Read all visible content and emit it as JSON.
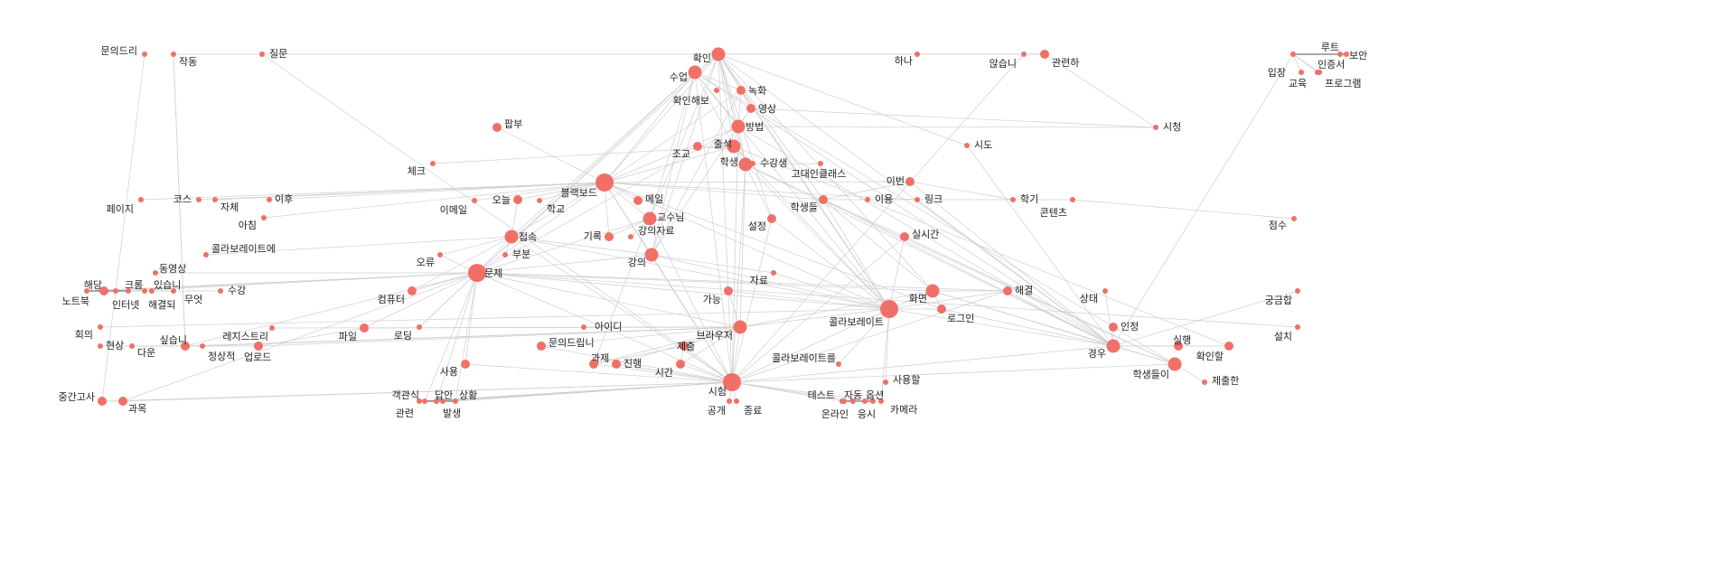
{
  "graph": {
    "node_color": "#f07068",
    "edge_color": "#cfcfcf",
    "highlight_edge_color": "#555555",
    "extra_colors": [
      "#22b14c",
      "#3b6fd6",
      "#9b59b6"
    ],
    "nodes": [
      {
        "id": "확인",
        "size": 3
      },
      {
        "id": "수업",
        "size": 3
      },
      {
        "id": "녹화",
        "size": 2
      },
      {
        "id": "확인해보",
        "size": 1
      },
      {
        "id": "영상",
        "size": 2
      },
      {
        "id": "방법",
        "size": 3
      },
      {
        "id": "출석",
        "size": 3
      },
      {
        "id": "조교",
        "size": 2
      },
      {
        "id": "학생",
        "size": 3
      },
      {
        "id": "수강생",
        "size": 1
      },
      {
        "id": "팝부",
        "size": 2
      },
      {
        "id": "체크",
        "size": 1
      },
      {
        "id": "블랙보드",
        "size": 4
      },
      {
        "id": "메일",
        "size": 2
      },
      {
        "id": "학교",
        "size": 1
      },
      {
        "id": "오늘",
        "size": 2
      },
      {
        "id": "이메일",
        "size": 1
      },
      {
        "id": "교수님",
        "size": 3
      },
      {
        "id": "기록",
        "size": 2
      },
      {
        "id": "강의자료",
        "size": 1
      },
      {
        "id": "접속",
        "size": 3
      },
      {
        "id": "부분",
        "size": 1
      },
      {
        "id": "강의",
        "size": 3
      },
      {
        "id": "문제",
        "size": 4
      },
      {
        "id": "오류",
        "size": 1
      },
      {
        "id": "설정",
        "size": 2
      },
      {
        "id": "학생들",
        "size": 2
      },
      {
        "id": "고대인클래스",
        "size": 1
      },
      {
        "id": "이번",
        "size": 2
      },
      {
        "id": "이용",
        "size": 1
      },
      {
        "id": "링크",
        "size": 1
      },
      {
        "id": "실시간",
        "size": 2
      },
      {
        "id": "하나",
        "size": 1
      },
      {
        "id": "않습니",
        "size": 1
      },
      {
        "id": "관련하",
        "size": 2
      },
      {
        "id": "시도",
        "size": 1
      },
      {
        "id": "시청",
        "size": 1
      },
      {
        "id": "학기",
        "size": 1
      },
      {
        "id": "콘텐츠",
        "size": 1
      },
      {
        "id": "점수",
        "size": 1
      },
      {
        "id": "입장",
        "size": 1
      },
      {
        "id": "루트",
        "size": 1
      },
      {
        "id": "보안",
        "size": 1
      },
      {
        "id": "인증서",
        "size": 1
      },
      {
        "id": "교육",
        "size": 1
      },
      {
        "id": "프로그램",
        "size": 1
      },
      {
        "id": "문의드리",
        "size": 1
      },
      {
        "id": "작동",
        "size": 1
      },
      {
        "id": "질문",
        "size": 1
      },
      {
        "id": "페이지",
        "size": 1
      },
      {
        "id": "코스",
        "size": 1
      },
      {
        "id": "자체",
        "size": 1
      },
      {
        "id": "이후",
        "size": 1
      },
      {
        "id": "아침",
        "size": 1
      },
      {
        "id": "콜라보레이트에",
        "size": 1
      },
      {
        "id": "동영상",
        "size": 1
      },
      {
        "id": "해당",
        "size": 2
      },
      {
        "id": "크롬",
        "size": 1
      },
      {
        "id": "있습니",
        "size": 1
      },
      {
        "id": "노트북",
        "size": 1
      },
      {
        "id": "인터넷",
        "size": 1
      },
      {
        "id": "해결되",
        "size": 1
      },
      {
        "id": "무엇",
        "size": 1
      },
      {
        "id": "수강",
        "size": 1
      },
      {
        "id": "컴퓨터",
        "size": 2
      },
      {
        "id": "회의",
        "size": 1
      },
      {
        "id": "현상",
        "size": 1
      },
      {
        "id": "다운",
        "size": 1
      },
      {
        "id": "싶습니",
        "size": 2
      },
      {
        "id": "정상적",
        "size": 1
      },
      {
        "id": "레지스트리",
        "size": 1
      },
      {
        "id": "업로드",
        "size": 2
      },
      {
        "id": "파일",
        "size": 2
      },
      {
        "id": "로딩",
        "size": 1
      },
      {
        "id": "아이디",
        "size": 1
      },
      {
        "id": "문의드립니",
        "size": 2
      },
      {
        "id": "과제",
        "size": 2
      },
      {
        "id": "진행",
        "size": 2
      },
      {
        "id": "사용",
        "size": 2
      },
      {
        "id": "가능",
        "size": 2
      },
      {
        "id": "자료",
        "size": 1
      },
      {
        "id": "브라우저",
        "size": 3
      },
      {
        "id": "제출",
        "size": 2
      },
      {
        "id": "시간",
        "size": 2
      },
      {
        "id": "시험",
        "size": 4
      },
      {
        "id": "공개",
        "size": 1
      },
      {
        "id": "종료",
        "size": 1
      },
      {
        "id": "콜라보레이트",
        "size": 4
      },
      {
        "id": "콜라보레이트를",
        "size": 1
      },
      {
        "id": "화면",
        "size": 3
      },
      {
        "id": "로그인",
        "size": 2
      },
      {
        "id": "해결",
        "size": 2
      },
      {
        "id": "상태",
        "size": 1
      },
      {
        "id": "궁금합",
        "size": 1
      },
      {
        "id": "설치",
        "size": 1
      },
      {
        "id": "인정",
        "size": 2
      },
      {
        "id": "경우",
        "size": 3
      },
      {
        "id": "실행",
        "size": 2
      },
      {
        "id": "확인할",
        "size": 2
      },
      {
        "id": "학생들이",
        "size": 3
      },
      {
        "id": "제출한",
        "size": 1
      },
      {
        "id": "사용할",
        "size": 1
      },
      {
        "id": "테스트",
        "size": 1
      },
      {
        "id": "자동",
        "size": 1
      },
      {
        "id": "옵션",
        "size": 1
      },
      {
        "id": "온라인",
        "size": 1
      },
      {
        "id": "응시",
        "size": 1
      },
      {
        "id": "카메라",
        "size": 1
      },
      {
        "id": "객관식",
        "size": 1
      },
      {
        "id": "답안",
        "size": 1
      },
      {
        "id": "상황",
        "size": 1
      },
      {
        "id": "관련",
        "size": 1
      },
      {
        "id": "발생",
        "size": 1
      },
      {
        "id": "중간고사",
        "size": 2
      },
      {
        "id": "과목",
        "size": 2
      }
    ],
    "edges": [
      [
        "확인",
        "수업"
      ],
      [
        "확인",
        "녹화"
      ],
      [
        "확인",
        "방법"
      ],
      [
        "확인",
        "출석"
      ],
      [
        "확인",
        "학생"
      ],
      [
        "확인",
        "블랙보드"
      ],
      [
        "확인",
        "교수님"
      ],
      [
        "확인",
        "강의"
      ],
      [
        "확인",
        "문제"
      ],
      [
        "확인",
        "하나"
      ],
      [
        "확인",
        "관련하"
      ],
      [
        "확인",
        "시험"
      ],
      [
        "확인",
        "콜라보레이트"
      ],
      [
        "확인",
        "경우"
      ],
      [
        "확인",
        "화면"
      ],
      [
        "확인",
        "작동"
      ],
      [
        "확인",
        "설정"
      ],
      [
        "확인",
        "학생들"
      ],
      [
        "수업",
        "블랙보드"
      ],
      [
        "수업",
        "방법"
      ],
      [
        "수업",
        "출석"
      ],
      [
        "수업",
        "녹화"
      ],
      [
        "수업",
        "시험"
      ],
      [
        "수업",
        "문제"
      ],
      [
        "수업",
        "교수님"
      ],
      [
        "수업",
        "강의"
      ],
      [
        "수업",
        "콜라보레이트"
      ],
      [
        "수업",
        "접속"
      ],
      [
        "수업",
        "학생들이"
      ],
      [
        "수업",
        "경우"
      ],
      [
        "녹화",
        "영상"
      ],
      [
        "녹화",
        "방법"
      ],
      [
        "녹화",
        "강의"
      ],
      [
        "녹화",
        "블랙보드"
      ],
      [
        "녹화",
        "콜라보레이트"
      ],
      [
        "방법",
        "출석"
      ],
      [
        "방법",
        "학생"
      ],
      [
        "방법",
        "블랙보드"
      ],
      [
        "방법",
        "시험"
      ],
      [
        "방법",
        "경우"
      ],
      [
        "방법",
        "문제"
      ],
      [
        "방법",
        "시청"
      ],
      [
        "출석",
        "조교"
      ],
      [
        "출석",
        "학생"
      ],
      [
        "출석",
        "수강생"
      ],
      [
        "출석",
        "블랙보드"
      ],
      [
        "출석",
        "확인할"
      ],
      [
        "출석",
        "콜라보레이트"
      ],
      [
        "학생",
        "시험"
      ],
      [
        "학생",
        "브라우저"
      ],
      [
        "학생",
        "콜라보레이트"
      ],
      [
        "학생",
        "경우"
      ],
      [
        "학생",
        "학생들이"
      ],
      [
        "학생",
        "설정"
      ],
      [
        "블랙보드",
        "메일"
      ],
      [
        "블랙보드",
        "오늘"
      ],
      [
        "블랙보드",
        "교수님"
      ],
      [
        "블랙보드",
        "문제"
      ],
      [
        "블랙보드",
        "접속"
      ],
      [
        "블랙보드",
        "강의"
      ],
      [
        "블랙보드",
        "코스"
      ],
      [
        "블랙보드",
        "페이지"
      ],
      [
        "블랙보드",
        "이후"
      ],
      [
        "블랙보드",
        "자체"
      ],
      [
        "블랙보드",
        "시험"
      ],
      [
        "블랙보드",
        "콜라보레이트"
      ],
      [
        "블랙보드",
        "로그인"
      ],
      [
        "블랙보드",
        "학생들"
      ],
      [
        "블랙보드",
        "이메일"
      ],
      [
        "블랙보드",
        "학교"
      ],
      [
        "블랙보드",
        "기록"
      ],
      [
        "블랙보드",
        "팝부"
      ],
      [
        "블랙보드",
        "이번"
      ],
      [
        "블랙보드",
        "링크"
      ],
      [
        "교수님",
        "강의자료"
      ],
      [
        "교수님",
        "문제"
      ],
      [
        "교수님",
        "시험"
      ],
      [
        "교수님",
        "과제"
      ],
      [
        "교수님",
        "기록"
      ],
      [
        "강의",
        "문제"
      ],
      [
        "강의",
        "시험"
      ],
      [
        "강의",
        "콜라보레이트"
      ],
      [
        "강의",
        "접속"
      ],
      [
        "강의",
        "자료"
      ],
      [
        "강의",
        "영상"
      ],
      [
        "문제",
        "해결"
      ],
      [
        "문제",
        "접속"
      ],
      [
        "문제",
        "콜라보레이트"
      ],
      [
        "문제",
        "해당"
      ],
      [
        "문제",
        "컴퓨터"
      ],
      [
        "문제",
        "시험"
      ],
      [
        "문제",
        "오류"
      ],
      [
        "문제",
        "브라우저"
      ],
      [
        "문제",
        "객관식"
      ],
      [
        "문제",
        "답안"
      ],
      [
        "문제",
        "싶습니"
      ],
      [
        "문제",
        "화면"
      ],
      [
        "문제",
        "크롬"
      ],
      [
        "문제",
        "노트북"
      ],
      [
        "문제",
        "파일"
      ],
      [
        "문제",
        "로딩"
      ],
      [
        "문제",
        "사용"
      ],
      [
        "문제",
        "상황"
      ],
      [
        "접속",
        "부분"
      ],
      [
        "접속",
        "오늘"
      ],
      [
        "접속",
        "오류"
      ],
      [
        "접속",
        "시험"
      ],
      [
        "접속",
        "콜라보레이트"
      ],
      [
        "시험",
        "답안"
      ],
      [
        "시험",
        "객관식"
      ],
      [
        "시험",
        "브라우저"
      ],
      [
        "시험",
        "공개"
      ],
      [
        "시험",
        "종료"
      ],
      [
        "시험",
        "제출"
      ],
      [
        "시험",
        "시간"
      ],
      [
        "시험",
        "테스트"
      ],
      [
        "시험",
        "자동"
      ],
      [
        "시험",
        "옵션"
      ],
      [
        "시험",
        "중간고사"
      ],
      [
        "시험",
        "과목"
      ],
      [
        "시험",
        "경우"
      ],
      [
        "시험",
        "학생들이"
      ],
      [
        "시험",
        "설정"
      ],
      [
        "시험",
        "진행"
      ],
      [
        "시험",
        "과제"
      ],
      [
        "시험",
        "문의드립니"
      ],
      [
        "시험",
        "관련"
      ],
      [
        "시험",
        "발생"
      ],
      [
        "시험",
        "상황"
      ],
      [
        "시험",
        "콜라보레이트"
      ],
      [
        "시험",
        "실시간"
      ],
      [
        "시험",
        "해결"
      ],
      [
        "콜라보레이트",
        "화면"
      ],
      [
        "콜라보레이트",
        "로그인"
      ],
      [
        "콜라보레이트",
        "브라우저"
      ],
      [
        "콜라보레이트",
        "학생들"
      ],
      [
        "콜라보레이트",
        "실시간"
      ],
      [
        "콜라보레이트",
        "경우"
      ],
      [
        "콜라보레이트",
        "해결"
      ],
      [
        "콜라보레이트",
        "사용할"
      ],
      [
        "콜라보레이트",
        "카메라"
      ],
      [
        "콜라보레이트",
        "자료"
      ],
      [
        "콜라보레이트",
        "설정"
      ],
      [
        "콜라보레이트",
        "콜라보레이트를"
      ],
      [
        "경우",
        "학생들이"
      ],
      [
        "경우",
        "실행"
      ],
      [
        "경우",
        "인정"
      ],
      [
        "경우",
        "확인할"
      ],
      [
        "경우",
        "해결"
      ],
      [
        "경우",
        "화면"
      ],
      [
        "경우",
        "학생들"
      ],
      [
        "경우",
        "이번"
      ],
      [
        "경우",
        "입장"
      ],
      [
        "경우",
        "링크"
      ],
      [
        "경우",
        "시도"
      ],
      [
        "경우",
        "로그인"
      ],
      [
        "학생들이",
        "제출한"
      ],
      [
        "학생들이",
        "화면"
      ],
      [
        "학생들이",
        "실시간"
      ],
      [
        "화면",
        "로그인"
      ],
      [
        "화면",
        "브라우저"
      ],
      [
        "화면",
        "해결"
      ],
      [
        "화면",
        "학생들"
      ],
      [
        "브라우저",
        "제출"
      ],
      [
        "브라우저",
        "시간"
      ],
      [
        "브라우저",
        "가능"
      ],
      [
        "브라우저",
        "과제"
      ],
      [
        "브라우저",
        "아이디"
      ],
      [
        "브라우저",
        "진행"
      ],
      [
        "브라우저",
        "문의드립니"
      ],
      [
        "브라우저",
        "파일"
      ],
      [
        "브라우저",
        "업로드"
      ],
      [
        "브라우저",
        "싶습니"
      ],
      [
        "브라우저",
        "정상적"
      ],
      [
        "브라우저",
        "레지스트리"
      ],
      [
        "해당",
        "크롬"
      ],
      [
        "해당",
        "노트북"
      ],
      [
        "해당",
        "인터넷"
      ],
      [
        "해당",
        "해결되"
      ],
      [
        "해당",
        "있습니"
      ],
      [
        "해당",
        "무엇"
      ],
      [
        "해당",
        "수강"
      ],
      [
        "크롬",
        "노트북"
      ],
      [
        "있습니",
        "노트북"
      ],
      [
        "싶습니",
        "정상적"
      ],
      [
        "싶습니",
        "업로드"
      ],
      [
        "싶습니",
        "작동"
      ],
      [
        "싶습니",
        "현상"
      ],
      [
        "싶습니",
        "다운"
      ],
      [
        "업로드",
        "레지스트리"
      ],
      [
        "업로드",
        "파일"
      ],
      [
        "중간고사",
        "과목"
      ],
      [
        "중간고사",
        "문의드리"
      ],
      [
        "객관식",
        "답안"
      ],
      [
        "객관식",
        "관련"
      ],
      [
        "객관식",
        "발생"
      ],
      [
        "답안",
        "상황"
      ],
      [
        "답안",
        "관련"
      ],
      [
        "테스트",
        "자동"
      ],
      [
        "테스트",
        "옵션"
      ],
      [
        "테스트",
        "온라인"
      ],
      [
        "테스트",
        "응시"
      ],
      [
        "자동",
        "온라인"
      ],
      [
        "옵션",
        "응시"
      ],
      [
        "입장",
        "루트"
      ],
      [
        "입장",
        "보안"
      ],
      [
        "입장",
        "인증서"
      ],
      [
        "입장",
        "교육"
      ],
      [
        "입장",
        "프로그램"
      ],
      [
        "하나",
        "않습니"
      ],
      [
        "하나",
        "관련하"
      ],
      [
        "않습니",
        "시험"
      ],
      [
        "관련하",
        "시청"
      ],
      [
        "영상",
        "시청"
      ],
      [
        "영상",
        "방법"
      ],
      [
        "학기",
        "링크"
      ],
      [
        "학기",
        "콘텐츠"
      ],
      [
        "콘텐츠",
        "점수"
      ],
      [
        "이용",
        "링크"
      ],
      [
        "이번",
        "학기"
      ],
      [
        "학생들",
        "이용"
      ],
      [
        "학생들",
        "실시간"
      ],
      [
        "학생들",
        "이번"
      ],
      [
        "질문",
        "시험"
      ],
      [
        "작동",
        "싶습니"
      ],
      [
        "아침",
        "블랙보드"
      ],
      [
        "콜라보레이트에",
        "접속"
      ],
      [
        "동영상",
        "문제"
      ],
      [
        "체크",
        "출석"
      ],
      [
        "고대인클래스",
        "학생"
      ],
      [
        "시도",
        "확인"
      ],
      [
        "궁금합",
        "경우"
      ],
      [
        "상태",
        "경우"
      ],
      [
        "설치",
        "문제"
      ],
      [
        "회의",
        "콜라보레이트"
      ],
      [
        "과목",
        "문제"
      ],
      [
        "사용",
        "시험"
      ],
      [
        "로딩",
        "문제"
      ],
      [
        "컴퓨터",
        "접속"
      ],
      [
        "진행",
        "시험"
      ],
      [
        "과제",
        "제출"
      ],
      [
        "제출",
        "시간"
      ],
      [
        "가능",
        "콜라보레이트"
      ]
    ],
    "dark_edges": [
      [
        "해당",
        "노트북"
      ],
      [
        "크롬",
        "노트북"
      ],
      [
        "루트",
        "보안"
      ],
      [
        "루트",
        "입장"
      ],
      [
        "객관식",
        "답안"
      ],
      [
        "답안",
        "상황"
      ],
      [
        "테스트",
        "자동"
      ],
      [
        "자동",
        "옵션"
      ],
      [
        "옵션",
        "응시"
      ]
    ]
  }
}
